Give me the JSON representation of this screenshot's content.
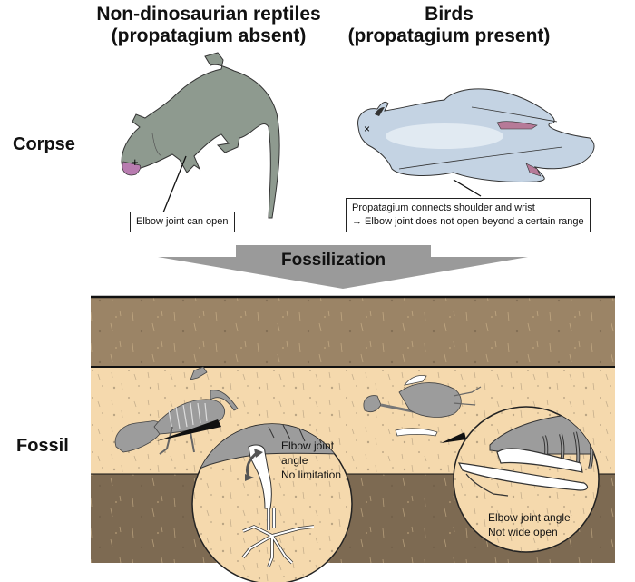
{
  "columns": {
    "left": {
      "title_line1": "Non-dinosaurian reptiles",
      "title_line2": "(propatagium absent)"
    },
    "right": {
      "title_line1": "Birds",
      "title_line2": "(propatagium present)"
    }
  },
  "rows": {
    "corpse": "Corpse",
    "fossil": "Fossil"
  },
  "corpse": {
    "lizard_callout": "Elbow joint can open",
    "bird_callout_line1": "Propatagium connects shoulder and wrist",
    "bird_callout_line2": "→ Elbow joint does not open beyond a certain range"
  },
  "transition": {
    "label": "Fossilization"
  },
  "fossil": {
    "lizard_zoom_line1": "Elbow joint",
    "lizard_zoom_line2": "angle",
    "lizard_zoom_line3": "No limitation",
    "bird_zoom_line1": "Elbow joint angle",
    "bird_zoom_line2": "Not wide open"
  },
  "colors": {
    "lizard_body": "#8e9a8f",
    "lizard_tongue": "#b87cb0",
    "bird_body": "#c4d3e3",
    "bird_feet": "#b67a98",
    "arrow": "#9a9a9a",
    "layer_top": "#9b8466",
    "layer_middle": "#f5d9ad",
    "layer_bottom": "#7d6a52",
    "bone_gray": "#9c9c9c"
  }
}
